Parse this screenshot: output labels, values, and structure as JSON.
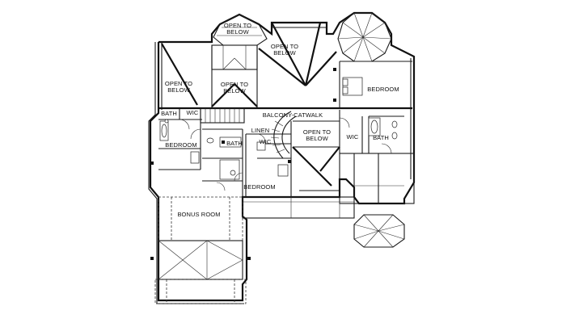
{
  "labels": {
    "open_top": "OPEN TO\nBELOW",
    "open_center": "OPEN TO\nBELOW",
    "open_left": "OPEN TO\nBELOW",
    "open_mid_left": "OPEN TO\nBELOW",
    "open_right": "OPEN TO\nBELOW",
    "bedroom_ne": "BEDROOM",
    "bedroom_w": "BEDROOM",
    "bedroom_c": "BEDROOM",
    "bath_nw": "BATH",
    "wic_nw": "WIC",
    "bath_c": "BATH",
    "wic_c": "WIC",
    "linen": "LINEN",
    "balcony": "BALCONY-CATWALK",
    "wic_e": "WIC",
    "bath_e": "BATH",
    "bonus": "BONUS ROOM"
  }
}
